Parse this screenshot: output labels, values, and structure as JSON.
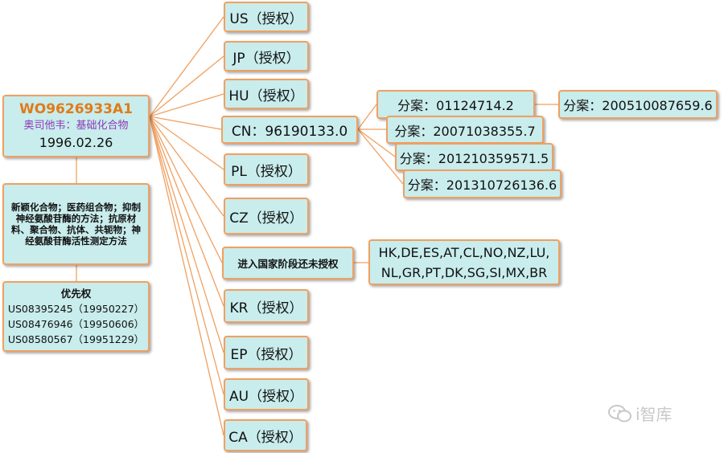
{
  "root": {
    "number": "WO9626933A1",
    "name": "奥司他韦：基础化合物",
    "date": "1996.02.26"
  },
  "description": "新颖化合物；医药组合物；抑制神经氨酸苷酶的方法；抗原材料、聚合物、抗体、共轭物；神经氨酸苷酶活性测定方法",
  "priority": {
    "title": "优先权",
    "items": [
      "US08395245（19950227）",
      "US08476946（19950606）",
      "US08580567（19951229）"
    ]
  },
  "branches": {
    "us": "US（授权）",
    "jp": "JP（授权）",
    "hu": "HU（授权）",
    "cn": "CN：96190133.0",
    "pl": "PL（授权）",
    "cz": "CZ（授权）",
    "national_phase": "进入国家阶段还未授权",
    "kr": "KR（授权）",
    "ep": "EP（授权）",
    "au": "AU（授权）",
    "ca": "CA（授权）"
  },
  "cn_divisionals": [
    "分案：01124714.2",
    "分案：20071038355.7",
    "分案：201210359571.5",
    "分案：201310726136.6"
  ],
  "sub_divisional": "分案：200510087659.6",
  "national_countries": {
    "line1": "HK,DE,ES,AT,CL,NO,NZ,LU,",
    "line2": "NL,GR,PT,DK,SG,SI,MX,BR"
  },
  "watermark": "i智库",
  "colors": {
    "box_fill": "#c9ecec",
    "box_border": "#f0a060",
    "connector": "#f0a060",
    "root_number": "#e07b18",
    "root_name": "#8a3cb8"
  }
}
